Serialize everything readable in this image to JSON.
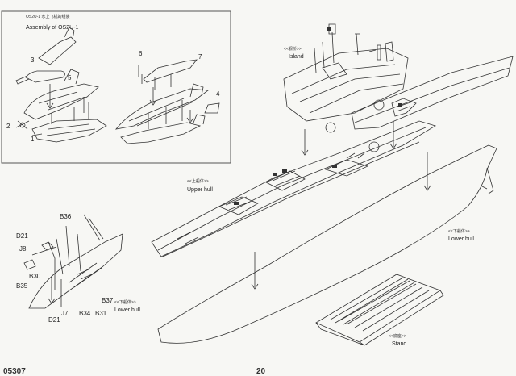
{
  "inset_box": {
    "title_cn": "OS2U-1 水上飞机的组装",
    "title_en": "Assembly of OS2U-1"
  },
  "inset_part_numbers": [
    "1",
    "2",
    "3",
    "4",
    "5",
    "6",
    "7"
  ],
  "main_labels": {
    "island_cn": "<<舰桥>>",
    "island_en": "Island",
    "upper_hull_cn": "<<上船体>>",
    "upper_hull_en": "Upper hull",
    "lower_hull_cn": "<<下船体>>",
    "lower_hull_en": "Lower hull",
    "stand_cn": "<<底座>>",
    "stand_en": "Stand"
  },
  "detail_labels": {
    "b36": "B36",
    "d21_top": "D21",
    "j8": "J8",
    "b30": "B30",
    "b35": "B35",
    "b37": "B37",
    "j7": "J7",
    "d21_bottom": "D21",
    "b34": "B34",
    "b31": "B31",
    "lower_hull_cn": "<<下船体>>",
    "lower_hull_en": "Lower hull"
  },
  "footer": {
    "code": "05307",
    "page": "20"
  },
  "colors": {
    "line": "#333333",
    "paper": "#f7f7f4",
    "box": "#555555"
  }
}
